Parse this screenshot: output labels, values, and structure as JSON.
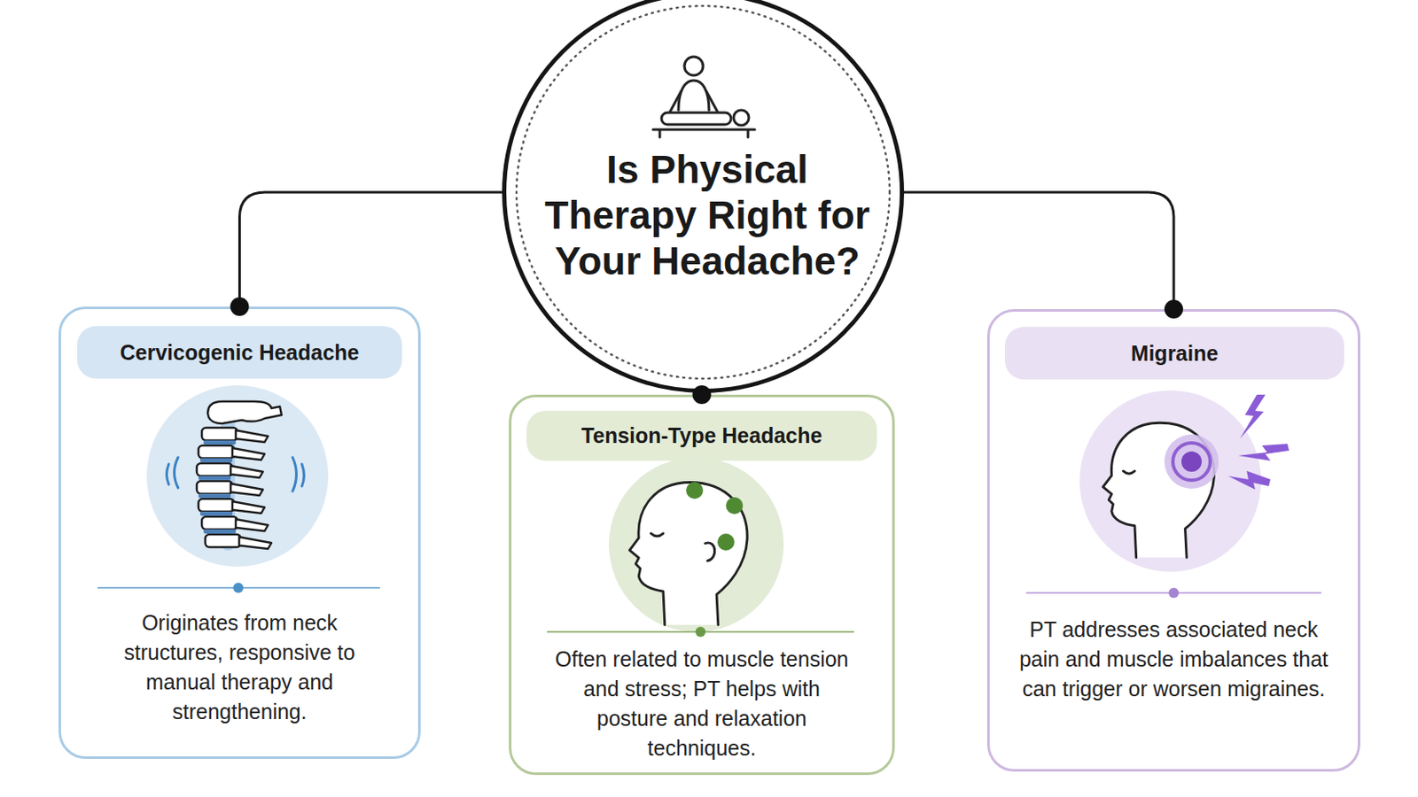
{
  "diagram": {
    "nodes": [
      {
        "text": [
          "Is Physical Therapy Right for Your Headache?"
        ]
      },
      {
        "text": [
          "Cervicogenic Headache",
          "Originates from neck structures, responsive to manual therapy and strengthening."
        ]
      },
      {
        "text": [
          "Tension-Type Headache",
          "Often related to muscle tension and stress; PT helps with posture and relaxation techniques."
        ]
      },
      {
        "text": [
          "Migraine",
          "PT addresses associated neck pain and muscle imbalances that can trigger or worsen migraines."
        ]
      }
    ],
    "edges": [
      {
        "from": 0,
        "to": 1,
        "arrow": "none"
      },
      {
        "from": 0,
        "to": 2,
        "arrow": "none"
      },
      {
        "from": 0,
        "to": 3,
        "arrow": "none"
      }
    ]
  }
}
